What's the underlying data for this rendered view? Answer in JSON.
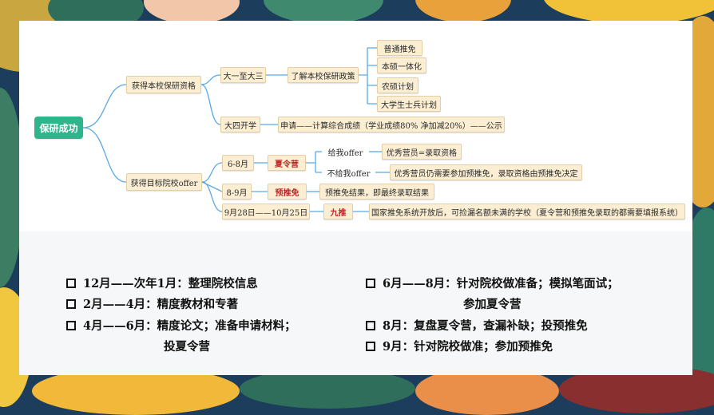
{
  "mindmap": {
    "root": "保研成功",
    "branch1": {
      "label": "获得本校保研资格",
      "years13": "大一至大三",
      "policy": "了解本校保研政策",
      "types": [
        "普通推免",
        "本硕一体化",
        "农硕计划",
        "大学生士兵计划"
      ],
      "year4": "大四开学",
      "apply": "申请——计算综合成绩（学业成绩80%   净加减20%）——公示"
    },
    "branch2": {
      "label": "获得目标院校offer",
      "jun_aug": "6-8月",
      "summer_camp": "夏令营",
      "give_offer": "给我offer",
      "give_result": "优秀营员=录取资格",
      "no_offer": "不给我offer",
      "no_result": "优秀营员仍需要参加预推免，录取资格由预推免决定",
      "aug_sep": "8-9月",
      "pre_recommend": "预推免",
      "pre_result": "预推免结果，即最终录取结果",
      "late_sep": "9月28日——10月25日",
      "nine": "九推",
      "nine_desc": "国家推免系统开放后，可捡漏名额未满的学校（夏令营和预推免录取的都需要填报系统）"
    }
  },
  "timeline": {
    "left": [
      {
        "text": "12月——次年1月：整理院校信息"
      },
      {
        "text": "2月——4月：精度教材和专著"
      },
      {
        "text": "4月——6月：精度论文；准备申请材料；",
        "cont": "投夏令营"
      }
    ],
    "right": [
      {
        "text": "6月——8月：针对院校做准备；模拟笔面试；",
        "cont": "参加夏令营"
      },
      {
        "text": "8月：复盘夏令营，查漏补缺；投预推免"
      },
      {
        "text": "9月：针对院校做准；参加预推免"
      }
    ]
  },
  "colors": {
    "root_green": "#2fb58b",
    "node_fill": "#fbeed3",
    "link_blue": "#5aa9e6",
    "highlight_red": "#c1262a"
  }
}
